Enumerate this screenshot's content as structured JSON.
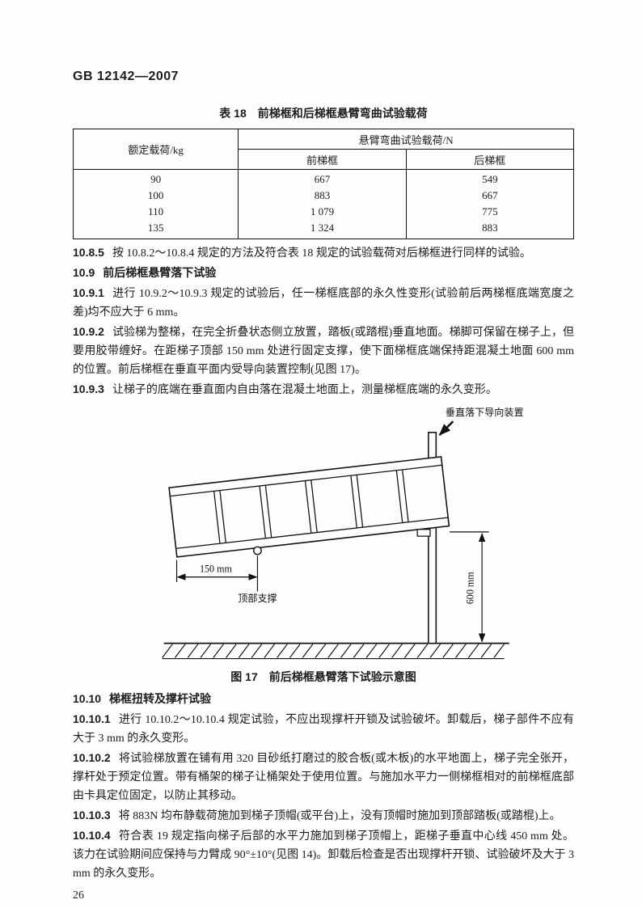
{
  "header": {
    "doc_number": "GB 12142—2007"
  },
  "table18": {
    "title": "表 18　前梯框和后梯框悬臂弯曲试验载荷",
    "col_load": "额定载荷/kg",
    "col_testload": "悬臂弯曲试验载荷/N",
    "col_front": "前梯框",
    "col_rear": "后梯框",
    "rows": [
      {
        "load": "90",
        "front": "667",
        "rear": "549"
      },
      {
        "load": "100",
        "front": "883",
        "rear": "667"
      },
      {
        "load": "110",
        "front": "1 079",
        "rear": "775"
      },
      {
        "load": "135",
        "front": "1 324",
        "rear": "883"
      }
    ]
  },
  "clauses": [
    {
      "num": "10.8.5",
      "text": "按 10.8.2～10.8.4 规定的方法及符合表 18 规定的试验载荷对后梯框进行同样的试验。"
    },
    {
      "num": "10.9",
      "text": "前后梯框悬臂落下试验"
    },
    {
      "num": "10.9.1",
      "text": "进行 10.9.2～10.9.3 规定的试验后，任一梯框底部的永久性变形(试验前后两梯框底端宽度之差)均不应大于 6 mm。"
    },
    {
      "num": "10.9.2",
      "text": "试验梯为整梯，在完全折叠状态侧立放置，踏板(或踏棍)垂直地面。梯脚可保留在梯子上，但要用胶带缠好。在距梯子顶部 150 mm 处进行固定支撑，使下面梯框底端保持距混凝土地面 600 mm 的位置。前后梯框在垂直平面内受导向装置控制(见图 17)。"
    },
    {
      "num": "10.9.3",
      "text": "让梯子的底端在垂直面内自由落在混凝土地面上，测量梯框底端的永久变形。"
    },
    {
      "num": "10.10",
      "text": "梯框扭转及撑杆试验"
    },
    {
      "num": "10.10.1",
      "text": "进行 10.10.2～10.10.4 规定试验，不应出现撑杆开锁及试验破坏。卸载后，梯子部件不应有大于 3 mm 的永久变形。"
    },
    {
      "num": "10.10.2",
      "text": "将试验梯放置在铺有用 320 目砂纸打磨过的胶合板(或木板)的水平地面上，梯子完全张开，撑杆处于预定位置。带有桶架的梯子让桶架处于使用位置。与施加水平力一侧梯框相对的前梯框底部由卡具定位固定，以防止其移动。"
    },
    {
      "num": "10.10.3",
      "text": "将 883N 均布静载荷施加到梯子顶帽(或平台)上，没有顶帽时施加到顶部踏板(或踏棍)上。"
    },
    {
      "num": "10.10.4",
      "text": "符合表 19 规定指向梯子后部的水平力施加到梯子顶帽上，距梯子垂直中心线 450 mm 处。该力在试验期间应保持与力臂成 90°±10°(见图 14)。卸载后检查是否出现撑杆开锁、试验破坏及大于 3 mm 的永久变形。"
    }
  ],
  "figure": {
    "caption": "图 17　前后梯框悬臂落下试验示意图",
    "label_guide": "垂直落下导向装置",
    "label_150": "150 mm",
    "label_support": "顶部支撑",
    "label_600": "600 mm"
  },
  "footer": {
    "page_number": "26"
  }
}
